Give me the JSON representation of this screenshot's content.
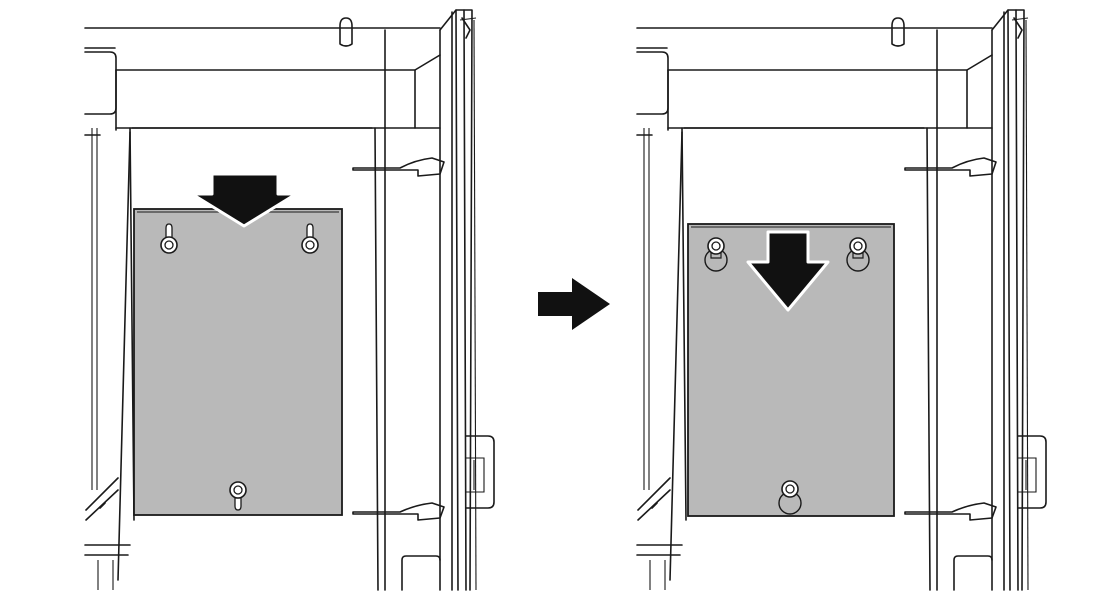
{
  "figure": {
    "panels": [
      {
        "id": "before",
        "state": "cover-plate-upper-position",
        "arrow_direction": "down"
      },
      {
        "id": "after",
        "state": "cover-plate-lowered-position",
        "arrow_direction": "down"
      }
    ],
    "transition_arrow": "right-arrow",
    "colors": {
      "plate": "#b9b9b9",
      "line": "#1a1a1a",
      "arrow": "#1a1a1a",
      "background": "#ffffff"
    }
  }
}
